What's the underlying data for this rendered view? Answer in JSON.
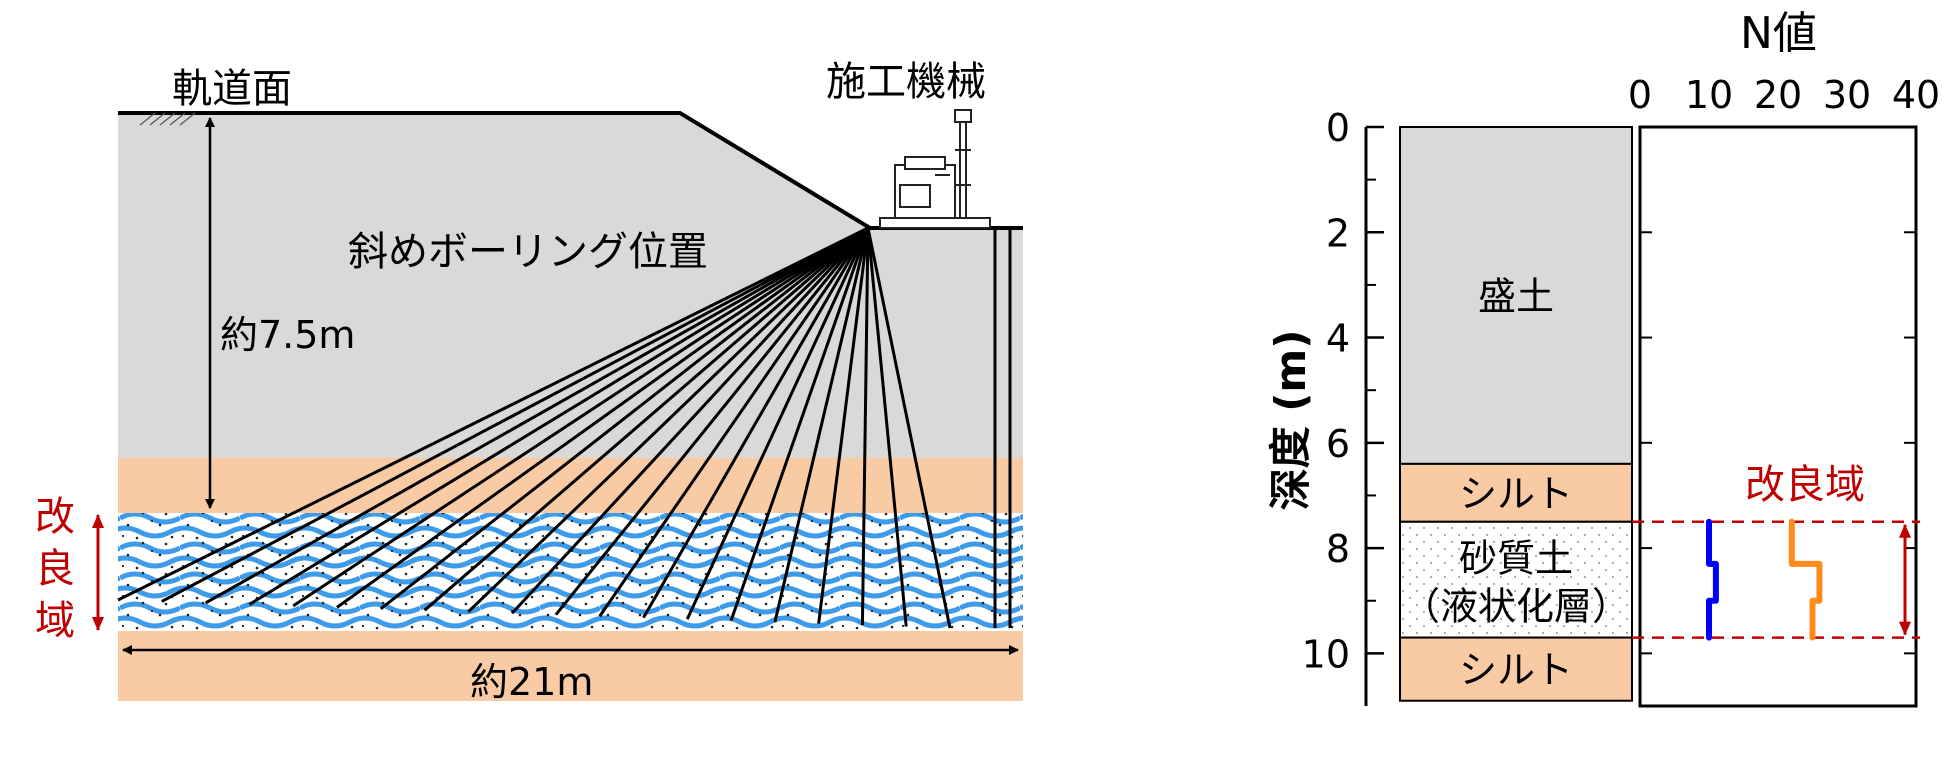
{
  "colors": {
    "embankment": "#d9d9d9",
    "silt": "#f8cba5",
    "sand_water": "#3d9be9",
    "improved_red": "#c00000",
    "n_series_1": "#0000ff",
    "n_series_2": "#ff8c1a"
  },
  "left": {
    "track_surface": "軌道面",
    "machine": "施工機械",
    "boring_label": "斜めボーリング位置",
    "height_dim": "約7.5m",
    "width_dim": "約21m",
    "improved_zone": [
      "改",
      "良",
      "域"
    ],
    "boring_count": 20
  },
  "right": {
    "n_title": "N値",
    "depth_label": "深度 (m)",
    "improved_zone": "改良域",
    "layers": [
      {
        "name": "盛土",
        "top": 0,
        "bottom": 6.4,
        "type": "embankment"
      },
      {
        "name": "シルト",
        "top": 6.4,
        "bottom": 7.5,
        "type": "silt"
      },
      {
        "name": "砂質土",
        "name2": "（液状化層）",
        "top": 7.5,
        "bottom": 9.7,
        "type": "sand"
      },
      {
        "name": "シルト",
        "top": 9.7,
        "bottom": 10.9,
        "type": "silt"
      }
    ]
  },
  "chart_data": {
    "type": "line",
    "title": "N値",
    "xlabel": "N値",
    "ylabel": "深度 (m)",
    "xlim": [
      0,
      40
    ],
    "ylim": [
      0,
      11
    ],
    "xticks": [
      0,
      10,
      20,
      30,
      40
    ],
    "yticks": [
      0,
      2,
      4,
      6,
      8,
      10
    ],
    "y_inverted": true,
    "improved_zone_depth": [
      7.5,
      9.7
    ],
    "series": [
      {
        "color": "#0000ff",
        "points": [
          [
            10,
            7.5
          ],
          [
            10,
            8.3
          ],
          [
            11,
            8.3
          ],
          [
            11,
            9.0
          ],
          [
            10,
            9.0
          ],
          [
            10,
            9.7
          ]
        ]
      },
      {
        "color": "#ff8c1a",
        "points": [
          [
            22,
            7.5
          ],
          [
            22,
            8.3
          ],
          [
            26,
            8.3
          ],
          [
            26,
            9.0
          ],
          [
            25,
            9.0
          ],
          [
            25,
            9.7
          ]
        ]
      }
    ]
  }
}
